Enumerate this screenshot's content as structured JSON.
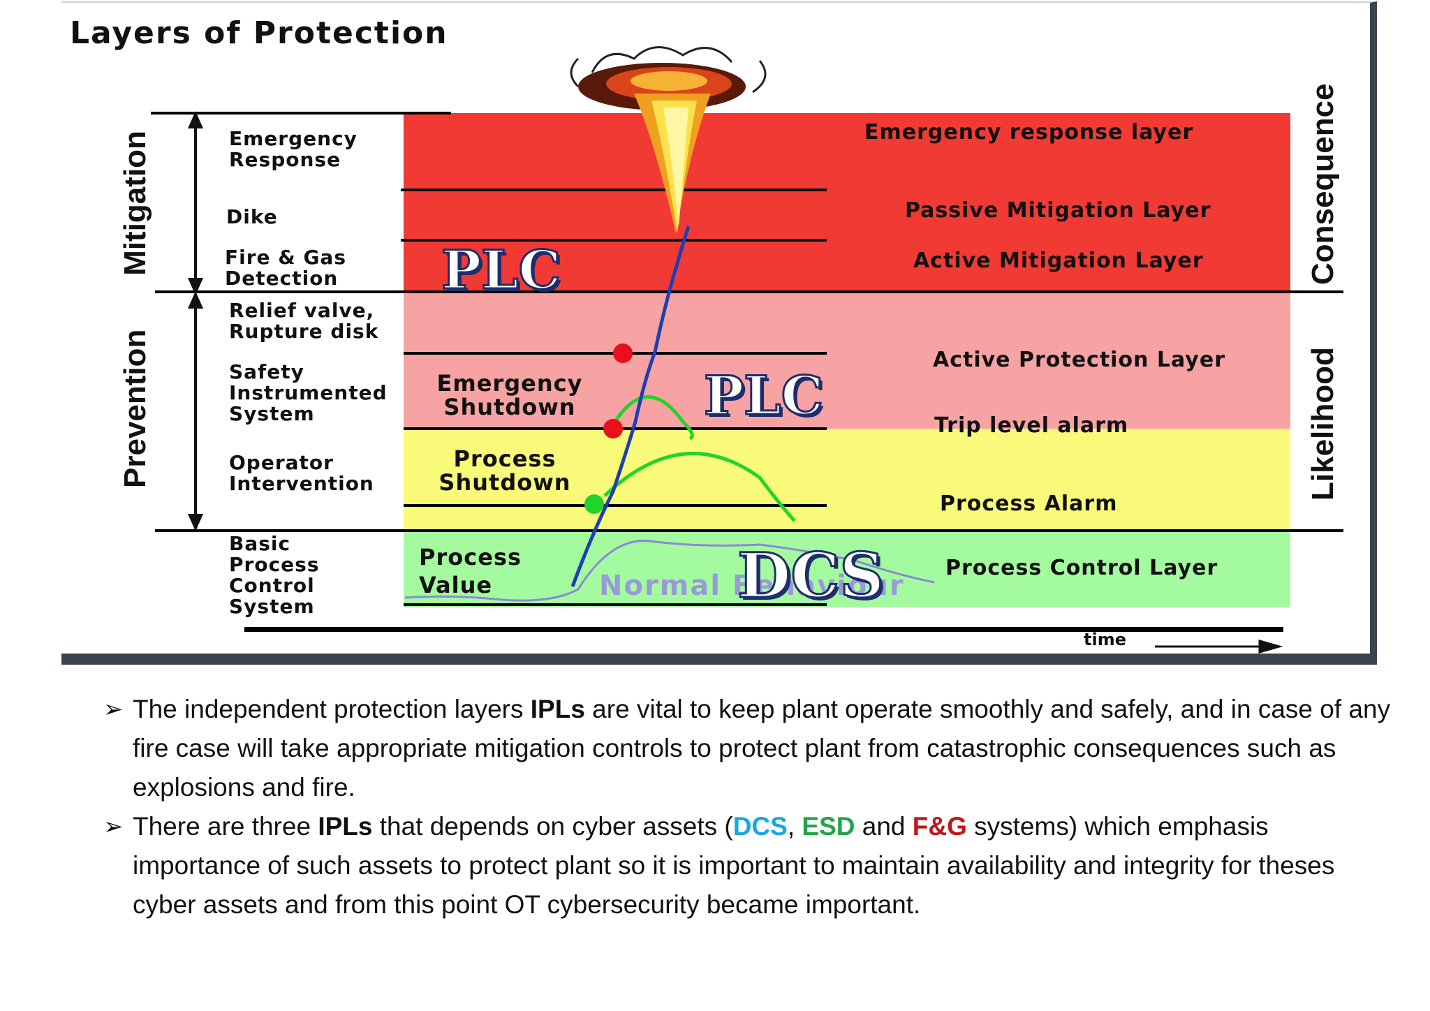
{
  "figure": {
    "title": "Layers of Protection",
    "side_labels": {
      "mitigation": "Mitigation",
      "prevention": "Prevention",
      "consequence": "Consequence",
      "likelihood": "Likelihood"
    },
    "left_labels": {
      "emergency_response": "Emergency\nResponse",
      "dike": "Dike",
      "fire_gas": "Fire & Gas\nDetection",
      "relief": "Relief valve,\nRupture disk",
      "sis": "Safety\nInstrumented\nSystem",
      "operator": "Operator\nIntervention",
      "bpcs": "Basic\nProcess\nControl\nSystem"
    },
    "layer_labels": {
      "emergency": "Emergency response layer",
      "passive": "Passive Mitigation Layer",
      "active_mitigation": "Active Mitigation Layer",
      "active_protection": "Active Protection Layer",
      "trip": "Trip level alarm",
      "process_alarm": "Process Alarm",
      "process_control": "Process Control Layer"
    },
    "inner_labels": {
      "emergency_shutdown": "Emergency\nShutdown",
      "process_shutdown": "Process\nShutdown",
      "process_value": "Process\nValue",
      "normal_behaviour": "Normal Behaviour"
    },
    "badges": {
      "plc_top": "PLC",
      "plc_mid": "PLC",
      "dcs": "DCS"
    },
    "time_label": "time",
    "colors": {
      "red": "#f23a34",
      "pink": "#f7a3a3",
      "yellow": "#fafa7a",
      "green": "#a4fb9f",
      "curve": "#1f3fb0",
      "alarm_curve": "#22d42a"
    }
  },
  "bullets": {
    "b1_part1": "The independent protection layers ",
    "b1_bold": "IPLs",
    "b1_part2": " are vital to keep plant operate smoothly and safely, and in case of any fire case will take appropriate mitigation controls to protect plant from catastrophic consequences such as explosions and fire.",
    "b2_part1": "There are three ",
    "b2_bold": "IPLs",
    "b2_part2": " that depends on cyber assets (",
    "dcs": "DCS",
    "comma": ", ",
    "esd": "ESD",
    "and": " and ",
    "fg": "F&G",
    "b2_part3": " systems) which emphasis importance of such assets to protect plant so it is important to maintain availability and integrity for theses cyber assets and from this point OT cybersecurity became important."
  }
}
